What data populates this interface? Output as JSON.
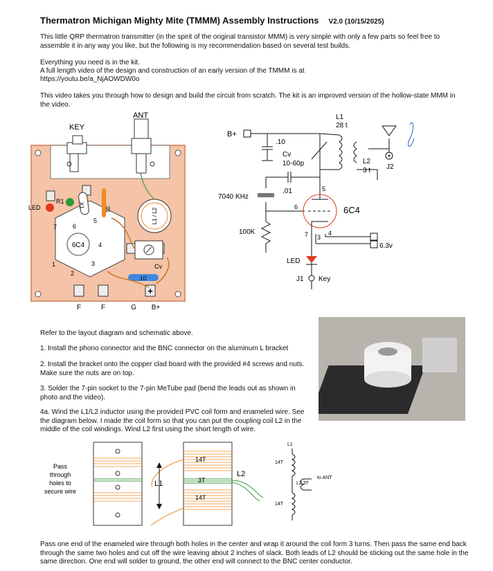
{
  "header": {
    "title": "Thermatron Michigan Mighty Mite (TMMM)  Assembly Instructions",
    "version": "V2.0  (10/15/2025)"
  },
  "intro": {
    "p1": "This little QRP thermatron transmitter (in the spirit of the original transistor MMM) is very simple with only a few parts so feel free to assemble it in any way you like, but the following is my recommendation based on several test builds.",
    "p2a": "Everything you need is in the kit.",
    "p2b": "A full length video of the design and construction of an early version of the TMMM is at",
    "url": "https://youtu.be/a_NjAOWDW0o",
    "p3": "This video takes you through how to design and build the circuit from scratch.   The kit is an improved version of the hollow-state MMM in the video."
  },
  "layout_diagram": {
    "key": "KEY",
    "ant": "ANT",
    "led": "LED",
    "r1": "R1",
    "x1": "X1",
    "c01": ".01",
    "coil": "L1 / L2",
    "tube": "6C4",
    "cv": "Cv",
    "c10": ".10",
    "pins": [
      "1",
      "2",
      "3",
      "4",
      "5",
      "6",
      "7"
    ],
    "f1": "F",
    "f2": "F",
    "g": "G",
    "bplus": "B+",
    "plus": "+"
  },
  "schematic": {
    "bplus": "B+",
    "c10": ".10",
    "cv": "Cv",
    "cv_range": "10-60p",
    "l1": "L1",
    "l1_turns": "28 t",
    "l2": "L2",
    "l2_turns": "3 t",
    "j2": "J2",
    "c01": ".01",
    "xtal": "7040 KHz",
    "tube": "6C4",
    "r": "100K",
    "pin5": "5",
    "pin6": "6",
    "pin7": "7",
    "pin3": "3",
    "pin4": "4",
    "heater": "6.3v",
    "led": "LED",
    "j1": "J1",
    "key": "Key"
  },
  "steps": {
    "s0": "Refer to the layout diagram and schematic above.",
    "s1": "1.  Install the phono connector and the BNC connector on the aluminum L bracket",
    "s2": "2.  Install the bracket onto the copper clad board with the provided #4 screws and nuts.  Make sure the nuts are on top.",
    "s3": "3.  Solder the 7-pin socket to the 7-pin MeTube pad (bend the leads out as shown in photo and the video).",
    "s4a": "4a.  Wind the L1/L2 inductor using the provided PVC coil form and enameled wire. See the diagram below.  I made the coil form so that you can put the coupling coil L2 in the middle of the coil windings.  Wind L2 first using the short length of wire."
  },
  "coil_diagram": {
    "hole_note": "Pass\nthrough\nholes to\nsecure wire",
    "t14a": "14T",
    "t3": "3T",
    "t14b": "14T",
    "l1": "L1",
    "l2": "L2",
    "s_l1": "L1",
    "s_14a": "14T",
    "s_l2": "L2 3T",
    "s_ant": "to ANT",
    "s_14b": "14T"
  },
  "footer": {
    "p": "Pass one end of the enameled wire through both holes in the center and wrap it around the coil form 3 turns.  Then pass the same end back through the same two holes and cut off the wire leaving about 2 inches of slack.   Both leads of L2 should be sticking out the same hole in the same direction.   One end will solder to ground, the other end will connect to the BNC center conductor."
  },
  "colors": {
    "board": "#f5c3a7",
    "board_edge": "#d89575",
    "copper_line": "#c8782a",
    "led_red": "#e03a1e",
    "r1_green": "#2e9a38",
    "cap_orange": "#f08a24",
    "cap_blue": "#3f88e0",
    "tube_red": "#e03a1e",
    "signal_blue": "#2f5fd0"
  }
}
